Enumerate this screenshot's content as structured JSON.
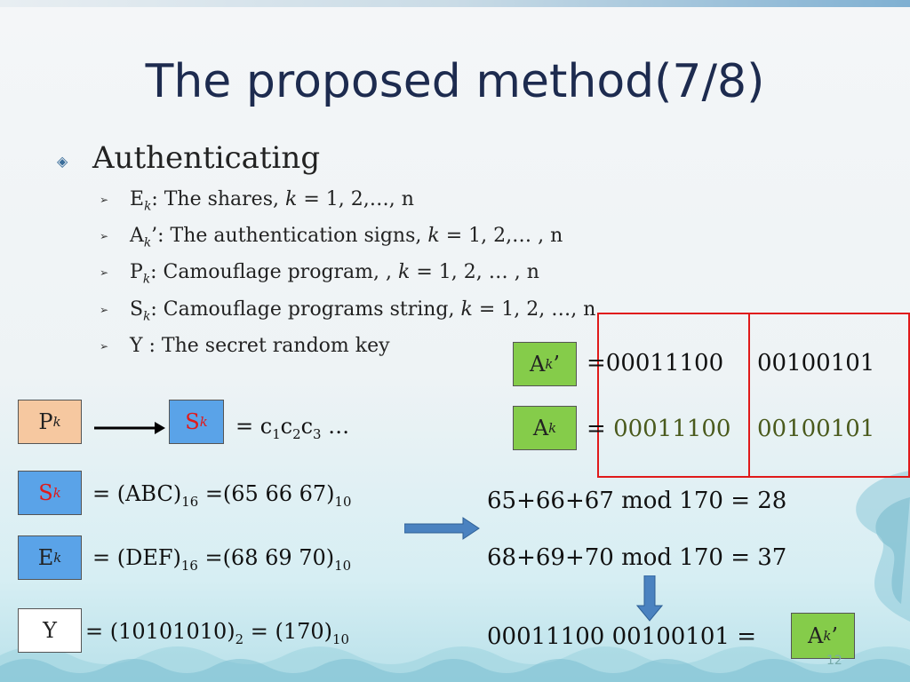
{
  "title": "The proposed method(7/8)",
  "bullet": "Authenticating",
  "items": [
    {
      "sym": "E",
      "sub": "k",
      "text": ": The shares, ",
      "k": "k",
      "rest": " = 1, 2,…, n"
    },
    {
      "sym": "A",
      "sub": "k",
      "text": "’: The authentication signs, ",
      "k": "k",
      "rest": " = 1, 2,… , n"
    },
    {
      "sym": "P",
      "sub": "k",
      "text": ": Camouflage program, , ",
      "k": "k",
      "rest": " = 1, 2, … , n"
    },
    {
      "sym": "S",
      "sub": "k",
      "text": ": Camouflage programs string, ",
      "k": "k",
      "rest": " = 1, 2, …, n"
    },
    {
      "sym": "Y",
      "sub": "",
      "text": " : The secret random key",
      "k": "",
      "rest": ""
    }
  ],
  "boxes": {
    "pk": {
      "sym": "P",
      "sub": "k"
    },
    "sk1": {
      "sym": "S",
      "sub": "k"
    },
    "sk2": {
      "sym": "S",
      "sub": "k"
    },
    "ek": {
      "sym": "E",
      "sub": "k"
    },
    "y": {
      "sym": "Y"
    },
    "ak_prime": {
      "sym": "A",
      "sub": "k",
      "mark": "’"
    },
    "ak": {
      "sym": "A",
      "sub": "k"
    },
    "ak_result": {
      "sym": "A",
      "sub": "k",
      "mark": "’"
    }
  },
  "eq": {
    "sk_string": {
      "pre": "= c",
      "s1": "1",
      "c2": "c",
      "s2": "2",
      "c3": "c",
      "s3": "3",
      "post": " …"
    },
    "abc": {
      "a": "= (ABC)",
      "b": "16",
      "c": " =(65 66 67)",
      "d": "10"
    },
    "def": {
      "a": "= (DEF)",
      "b": "16",
      "c": " =(68 69 70)",
      "d": "10"
    },
    "ykey": {
      "a": "= (10101010)",
      "b": "2",
      "c": " = (170)",
      "d": "10"
    },
    "mod1": "65+66+67 mod 170 = 28",
    "mod2": "68+69+70 mod 170 = 37",
    "result": "00011100 00100101 = ",
    "ak_prime_val_eq": "=",
    "ak_prime_val1": "00011100",
    "ak_prime_val2": "00100101",
    "ak_val_eq": "= ",
    "ak_val1": "00011100",
    "ak_val2": "00100101"
  },
  "slide_number": "12",
  "colors": {
    "red": "#e01a1a",
    "blue_box": "#5aa3e8",
    "green_box": "#85cc4a",
    "orange_box": "#f6c8a0",
    "arrow": "#4a82c0"
  }
}
